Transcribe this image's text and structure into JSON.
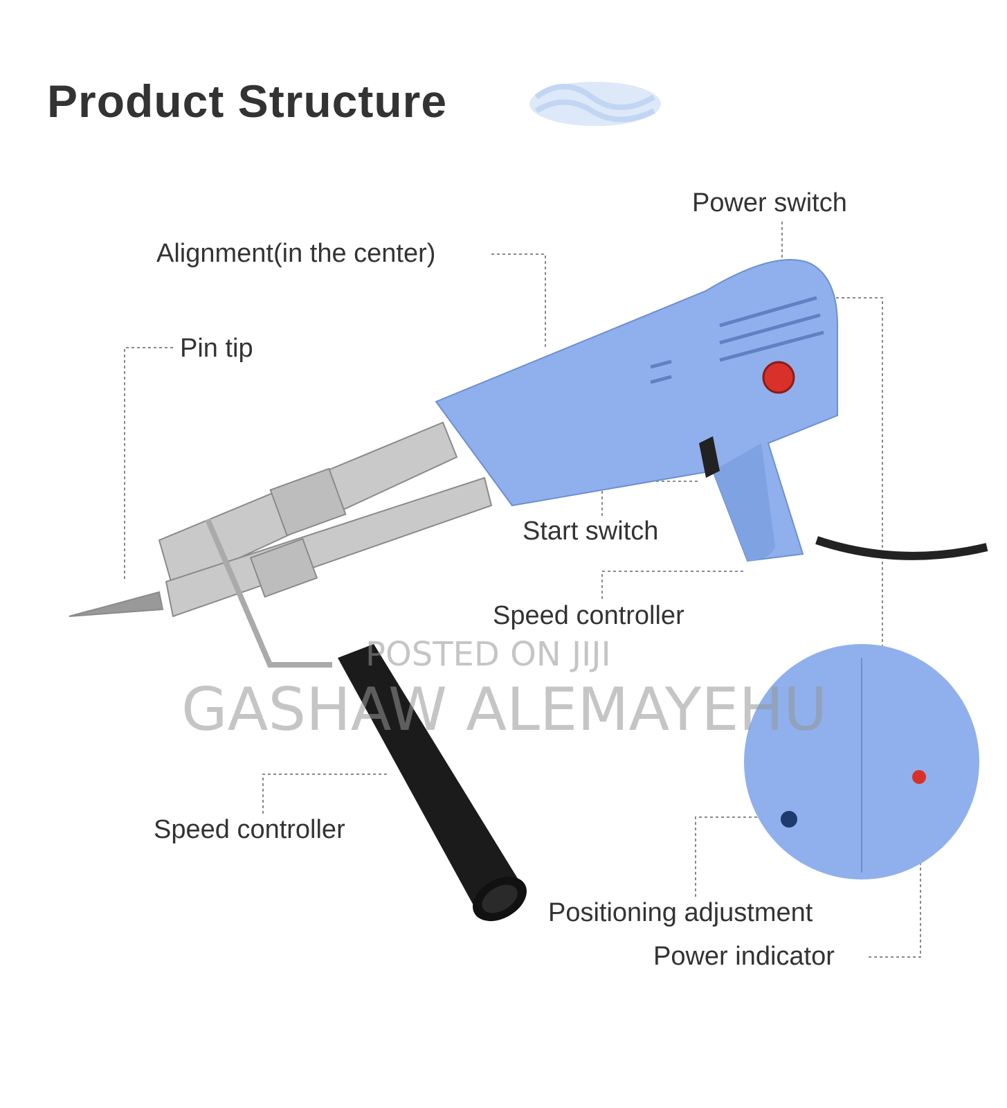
{
  "title": "Product Structure",
  "labels": {
    "power_switch": "Power switch",
    "alignment": "Alignment(in the center)",
    "pin_tip": "Pin tip",
    "start_switch": "Start switch",
    "speed_controller_top": "Speed controller",
    "speed_controller_bottom": "Speed controller",
    "positioning_adjustment": "Positioning adjustment",
    "power_indicator": "Power indicator"
  },
  "watermark": {
    "line1": "POSTED ON JIJI",
    "line2": "GASHAW ALEMAYEHU"
  },
  "colors": {
    "body_blue": "#8fb0ec",
    "indicator_red": "#d9302a",
    "knob_dark_blue": "#1e3a6e"
  }
}
